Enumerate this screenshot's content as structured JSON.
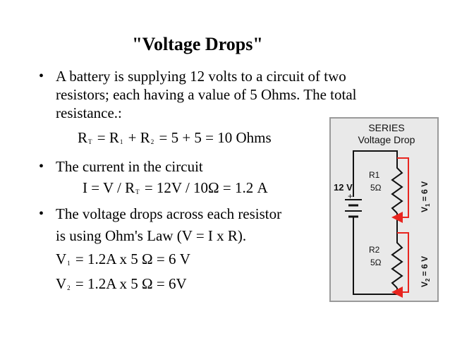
{
  "slide": {
    "title": "\"Voltage Drops\"",
    "bullet_symbol": "•",
    "b1_line1": "A battery is supplying 12 volts to a circuit of two",
    "b1_line2": "resistors; each having a value of 5 Ohms. The total",
    "b1_line3": "resistance.:",
    "eq1": {
      "p1": "R",
      "s1": "T",
      "p2": " = R",
      "s2": "1",
      "p3": " + R",
      "s3": "2",
      "p4": " = 5 + 5 = 10 Ohms"
    },
    "b2_line1": "The current in the circuit",
    "eq2": {
      "p1": "I = V / R",
      "s1": "T",
      "p2": " = 12V / 10Ω = 1.2 A"
    },
    "b3_line1": "The voltage drops across each resistor",
    "b3_line2": "is using Ohm's Law (V = I x R).",
    "eq3": {
      "p1": "V",
      "s1": "1",
      "p2": " = 1.2A x 5 Ω = 6 V"
    },
    "eq4": {
      "p1": "V",
      "s1": "2",
      "p2": " = 1.2A x 5 Ω = 6V"
    }
  },
  "diagram": {
    "title1": "SERIES",
    "title2": "Voltage Drop",
    "battery_label": "12 V",
    "plus": "+",
    "r1_name": "R1",
    "r1_value": "5Ω",
    "r2_name": "R2",
    "r2_value": "5Ω",
    "v1_label": "V",
    "v1_sub": "1",
    "v1_rest": " = 6 V",
    "v2_label": "V",
    "v2_sub": "2",
    "v2_rest": " = 6 V",
    "colors": {
      "border": "#9a9a9a",
      "background": "#e9e9e9",
      "arrow": "#e8251f",
      "text": "#111111"
    }
  }
}
